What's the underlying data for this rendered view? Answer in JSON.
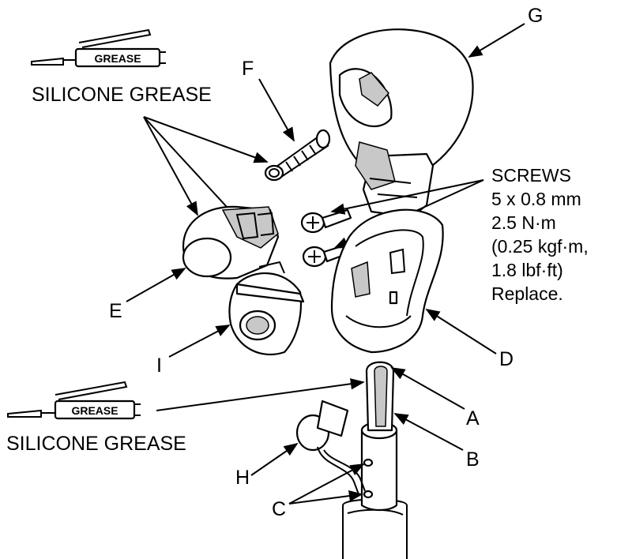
{
  "callouts": {
    "A": "A",
    "B": "B",
    "C": "C",
    "D": "D",
    "E": "E",
    "F": "F",
    "G": "G",
    "H": "H",
    "I": "I"
  },
  "grease_top": {
    "gun_label": "GREASE",
    "caption": "SILICONE GREASE"
  },
  "grease_bottom": {
    "gun_label": "GREASE",
    "caption": "SILICONE GREASE"
  },
  "screws_spec": {
    "line1": "SCREWS",
    "line2": "5 x 0.8 mm",
    "line3": "2.5 N·m",
    "line4": "(0.25 kgf·m,",
    "line5": "1.8 lbf·ft)",
    "line6": "Replace."
  }
}
